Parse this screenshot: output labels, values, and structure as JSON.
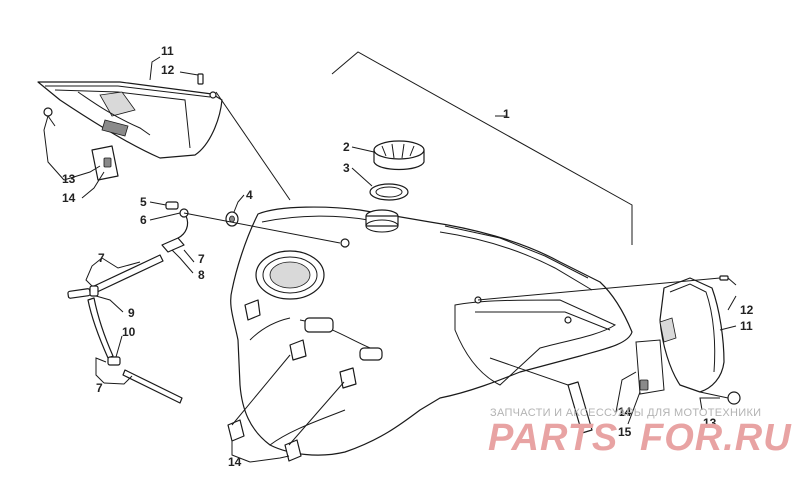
{
  "callouts": {
    "c1": "1",
    "c2": "2",
    "c3": "3",
    "c4": "4",
    "c5": "5",
    "c6": "6",
    "c7a": "7",
    "c7b": "7",
    "c7c": "7",
    "c8": "8",
    "c9": "9",
    "c10": "10",
    "c11a": "11",
    "c12a": "12",
    "c13a": "13",
    "c14a": "14",
    "c14b": "14",
    "c11b": "11",
    "c12b": "12",
    "c13b": "13",
    "c14c": "14",
    "c15": "15"
  },
  "watermark": {
    "caption": "ЗАПЧАСТИ И АКСЕССУАРЫ ДЛЯ МОТОТЕХНИКИ",
    "brand_left": "PARTS",
    "brand_right": "FOR.RU",
    "caption_color": "#b3b3b3",
    "brand_color": "#e8a3a3"
  }
}
